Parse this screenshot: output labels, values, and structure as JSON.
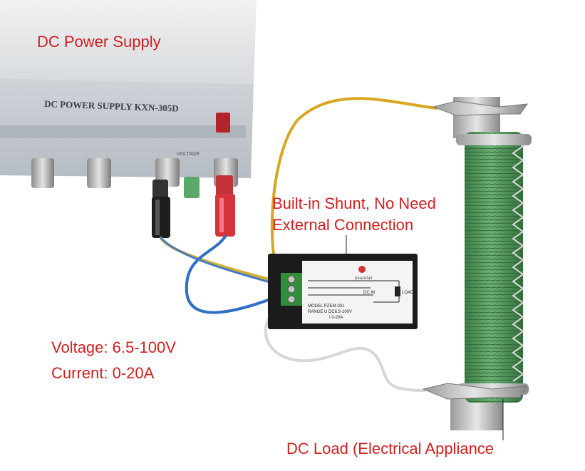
{
  "labels": {
    "power_supply": "DC Power Supply",
    "shunt_line1": "Built-in Shunt, No Need",
    "shunt_line2": "External Connection",
    "voltage": "Voltage: 6.5-100V",
    "current": "Current: 0-20A",
    "load": "DC Load (Electrical Appliance"
  },
  "device_print": {
    "psu_model": "DC POWER SUPPLY  KXN-305D",
    "psu_voltage": "VOLTAGE",
    "meter_brand": "peacefair",
    "meter_dcin": "DC IN",
    "meter_load": "LOAD",
    "meter_model": "MODEL PZEM-031",
    "meter_range_v": "RANGE U DC6.5-100V",
    "meter_range_i": "I 0-20A"
  },
  "colors": {
    "label_red": "#d11f1f",
    "resistor_green": "#4f9b5a",
    "wire_yellow": "#e0b32a",
    "wire_blue": "#2f6fc4",
    "terminal_green": "#2f8f3a"
  }
}
